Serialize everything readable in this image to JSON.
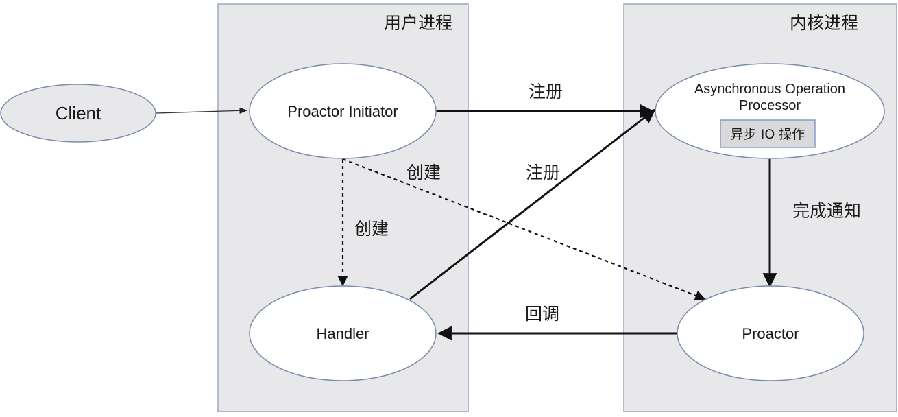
{
  "regions": {
    "user_process": {
      "title": "用户进程"
    },
    "kernel_process": {
      "title": "内核进程"
    }
  },
  "nodes": {
    "client": {
      "label": "Client"
    },
    "proactor_initiator": {
      "label": "Proactor Initiator"
    },
    "async_processor": {
      "label_line1": "Asynchronous Operation",
      "label_line2": "Processor",
      "sub_label": "异步 IO 操作"
    },
    "handler": {
      "label": "Handler"
    },
    "proactor": {
      "label": "Proactor"
    }
  },
  "edges": {
    "register_top": {
      "label": "注册"
    },
    "register_diagonal": {
      "label": "注册"
    },
    "create_diagonal": {
      "label": "创建"
    },
    "create_vertical": {
      "label": "创建"
    },
    "complete_notify": {
      "label": "完成通知"
    },
    "callback": {
      "label": "回调"
    }
  },
  "colors": {
    "region_fill": "#e8e8ea",
    "region_stroke": "#9aa7c4",
    "node_stroke": "#7a8cad",
    "arrow": "#111111"
  }
}
